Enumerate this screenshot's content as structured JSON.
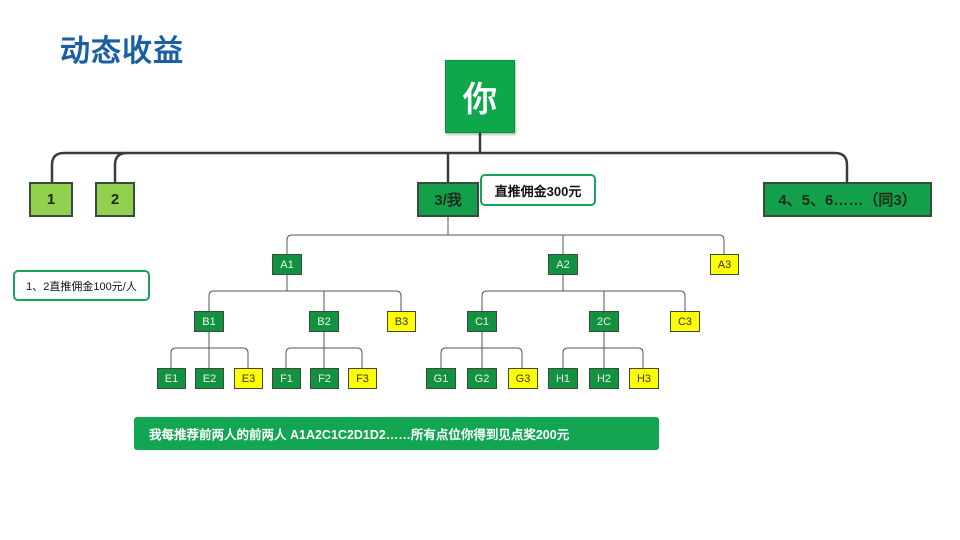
{
  "title": "动态收益",
  "root_node": "你",
  "level1": {
    "n1": "1",
    "n2": "2",
    "n3": "3/我",
    "n4": "4、5、6……（同3）"
  },
  "notes": {
    "direct_commission": "直推佣金300元",
    "left_commission": "1、2直推佣金100元/人"
  },
  "level2": {
    "a1": "A1",
    "a2": "A2",
    "a3": "A3"
  },
  "level3": {
    "b1": "B1",
    "b2": "B2",
    "b3": "B3",
    "c1": "C1",
    "c2": "2C",
    "c3": "C3"
  },
  "level4": {
    "e1": "E1",
    "e2": "E2",
    "e3": "E3",
    "f1": "F1",
    "f2": "F2",
    "f3": "F3",
    "g1": "G1",
    "g2": "G2",
    "g3": "G3",
    "h1": "H1",
    "h2": "H2",
    "h3": "H3"
  },
  "banner": "我每推荐前两人的前两人 A1A2C1C2D1D2……所有点位你得到见点奖200元",
  "colors": {
    "title": "#1a5fa3",
    "dark_green": "#12a14a",
    "light_green": "#92d050",
    "yellow": "#ffff00",
    "banner": "#13a652"
  }
}
